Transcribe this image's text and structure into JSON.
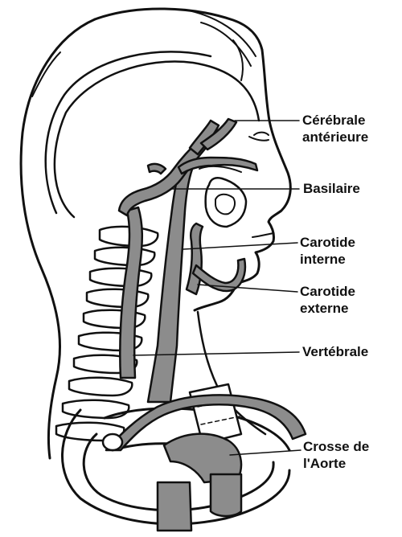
{
  "labels": {
    "cerebrale_anterieure": [
      "Cérébrale",
      "antérieure"
    ],
    "basilaire": "Basilaire",
    "carotide_interne": [
      "Carotide",
      "interne"
    ],
    "carotide_externe": [
      "Carotide",
      "externe"
    ],
    "vertebrale": "Vertébrale",
    "crosse_aorte": [
      "Crosse de",
      "l'Aorte"
    ]
  },
  "colors": {
    "vessel_fill": "#8c8c8c",
    "outline": "#111111",
    "background": "#ffffff"
  }
}
